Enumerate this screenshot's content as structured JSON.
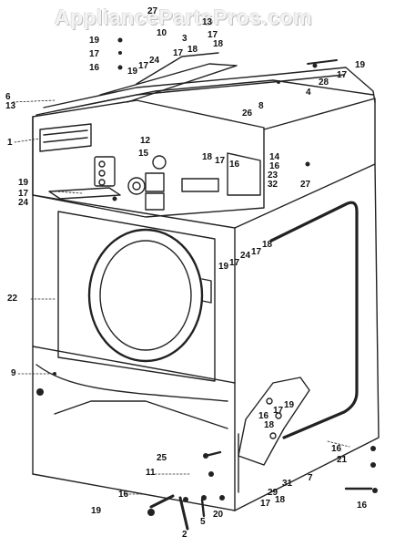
{
  "watermark": "AppliancePartsPros.com",
  "labels": [
    "27",
    "10",
    "13",
    "3",
    "17",
    "18",
    "19",
    "17",
    "16",
    "19",
    "17",
    "24",
    "17",
    "18",
    "19",
    "17",
    "28",
    "4",
    "6",
    "13",
    "26",
    "8",
    "1",
    "12",
    "15",
    "18",
    "17",
    "16",
    "14",
    "16",
    "23",
    "32",
    "19",
    "17",
    "24",
    "27",
    "19",
    "17",
    "24",
    "17",
    "18",
    "22",
    "9",
    "17",
    "19",
    "16",
    "18",
    "16",
    "21",
    "7",
    "25",
    "11",
    "16",
    "29",
    "31",
    "17",
    "18",
    "19",
    "20",
    "5",
    "2"
  ]
}
